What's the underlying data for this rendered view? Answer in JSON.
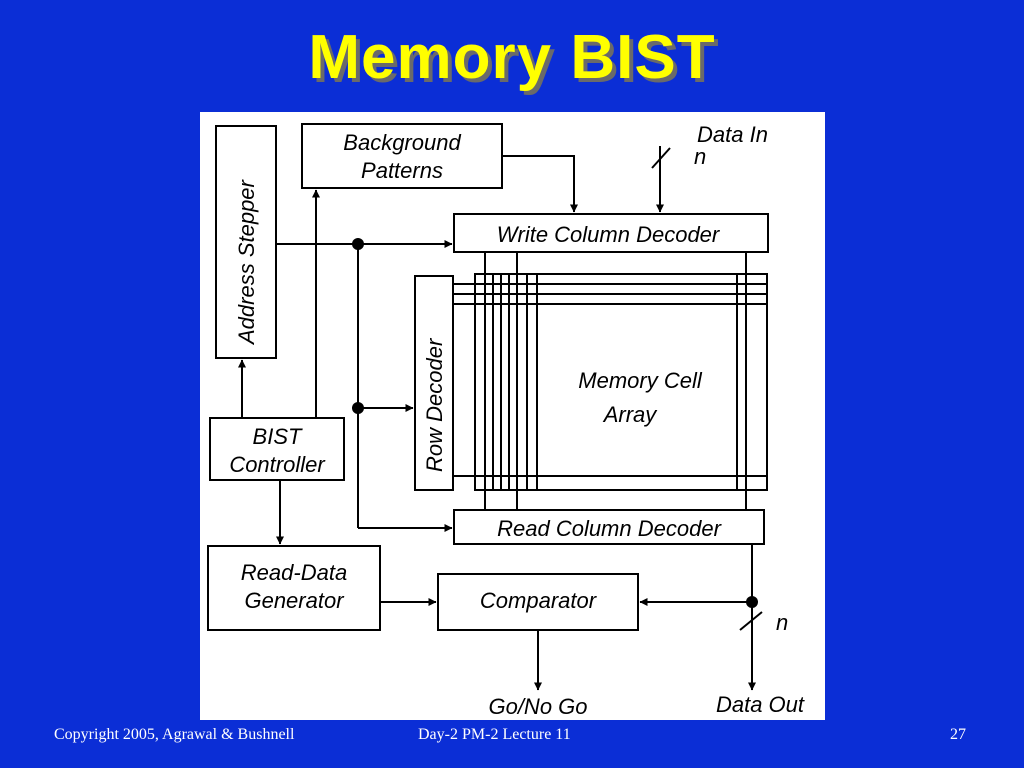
{
  "slide": {
    "title": "Memory BIST",
    "footer_left": "Copyright 2005, Agrawal & Bushnell",
    "footer_center": "Day-2 PM-2 Lecture 11",
    "page_number": "27"
  },
  "diagram": {
    "address_stepper": "Address Stepper",
    "background_patterns_1": "Background",
    "background_patterns_2": "Patterns",
    "data_in": "Data In",
    "data_in_width": "n",
    "write_column_decoder": "Write Column Decoder",
    "row_decoder": "Row Decoder",
    "memory_cell_array_1": "Memory Cell",
    "memory_cell_array_2": "Array",
    "bist_controller_1": "BIST",
    "bist_controller_2": "Controller",
    "read_column_decoder": "Read Column Decoder",
    "read_data_generator_1": "Read-Data",
    "read_data_generator_2": "Generator",
    "comparator": "Comparator",
    "data_out_width": "n",
    "go_no_go": "Go/No Go",
    "data_out": "Data Out"
  }
}
